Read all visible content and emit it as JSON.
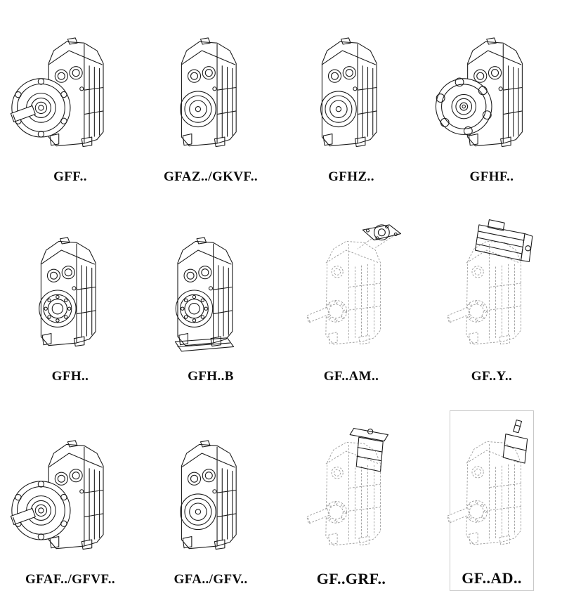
{
  "page": {
    "kind": "gearbox-catalog-figure-sheet",
    "background": "#ffffff"
  },
  "colors": {
    "line": "#1b1b1b",
    "phantom_line": "#9b9b9b",
    "cell_border": "#c8c8c8",
    "label_text": "#0c0c0c"
  },
  "figures": [
    {
      "id": "gff",
      "label": "GFF..",
      "drawing": "flange-shaft-gearbox"
    },
    {
      "id": "gfaz-gkvf",
      "label": "GFAZ../GKVF..",
      "drawing": "hollow-bore-gearbox"
    },
    {
      "id": "gfhz",
      "label": "GFHZ..",
      "drawing": "hollow-bore-gearbox"
    },
    {
      "id": "gfhf",
      "label": "GFHF..",
      "drawing": "flange-hollow-gearbox"
    },
    {
      "id": "gfh",
      "label": "GFH..",
      "drawing": "shaft-mounted-gearbox"
    },
    {
      "id": "gfh-b",
      "label": "GFH..B",
      "drawing": "shaft-mounted-gearbox-base"
    },
    {
      "id": "gf-am",
      "label": "GF..AM..",
      "drawing": "phantom-gearbox-input-flange"
    },
    {
      "id": "gf-y",
      "label": "GF..Y..",
      "drawing": "phantom-gearbox-motor"
    },
    {
      "id": "gfaf-gfvf",
      "label": "GFAF../GFVF..",
      "drawing": "flange-shaft-gearbox"
    },
    {
      "id": "gfa-gfv",
      "label": "GFA../GFV..",
      "drawing": "hollow-bore-gearbox"
    },
    {
      "id": "gf-grf",
      "label": "GF..GRF..",
      "drawing": "phantom-gearbox-adapter"
    },
    {
      "id": "gf-ad",
      "label": "GF..AD..",
      "drawing": "phantom-gearbox-shaft-adapter"
    }
  ]
}
